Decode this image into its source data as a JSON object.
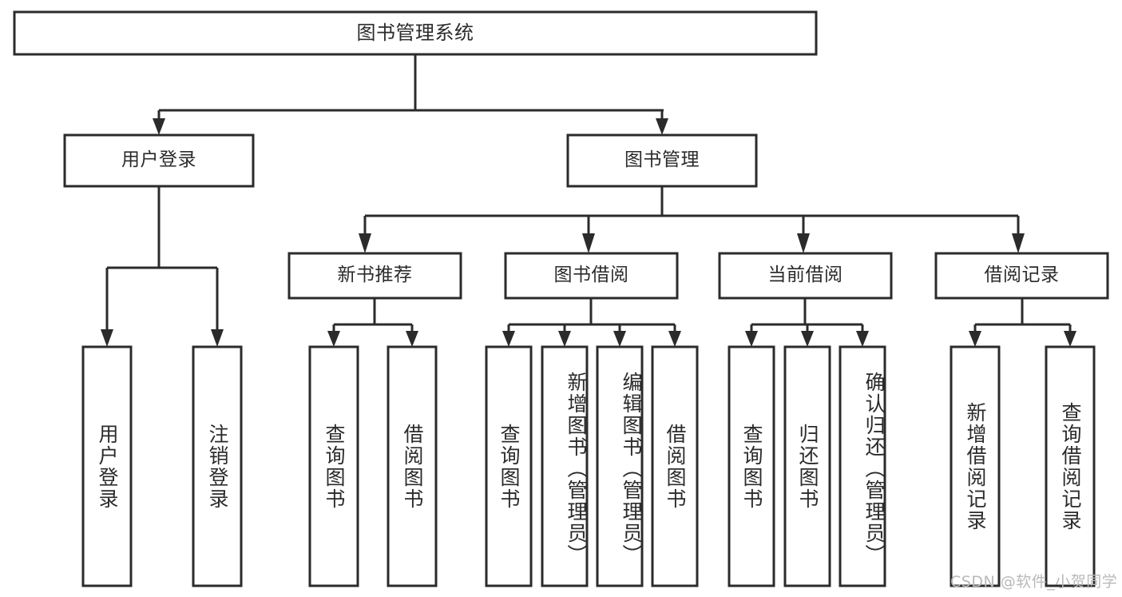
{
  "diagram": {
    "title_node": {
      "label": "图书管理系统"
    },
    "level2": [
      {
        "id": "user-login",
        "label": "用户登录"
      },
      {
        "id": "book-management",
        "label": "图书管理"
      }
    ],
    "level3": [
      {
        "id": "new-book-recommend",
        "label": "新书推荐"
      },
      {
        "id": "book-borrow",
        "label": "图书借阅"
      },
      {
        "id": "current-borrow",
        "label": "当前借阅"
      },
      {
        "id": "borrow-record",
        "label": "借阅记录"
      }
    ],
    "leaves": [
      {
        "id": "leaf-user-login",
        "label": "用户登录"
      },
      {
        "id": "leaf-logout-login",
        "label": "注销登录"
      },
      {
        "id": "leaf-query-book-1",
        "label": "查询图书"
      },
      {
        "id": "leaf-borrow-book-1",
        "label": "借阅图书"
      },
      {
        "id": "leaf-query-book-2",
        "label": "查询图书"
      },
      {
        "id": "leaf-add-book-admin",
        "label": "新增图书（管理员）"
      },
      {
        "id": "leaf-edit-book-admin",
        "label": "编辑图书（管理员）"
      },
      {
        "id": "leaf-borrow-book-2",
        "label": "借阅图书"
      },
      {
        "id": "leaf-query-book-3",
        "label": "查询图书"
      },
      {
        "id": "leaf-return-book",
        "label": "归还图书"
      },
      {
        "id": "leaf-confirm-return-admin",
        "label": "确认归还（管理员）"
      },
      {
        "id": "leaf-add-borrow-record",
        "label": "新增借阅记录"
      },
      {
        "id": "leaf-query-borrow-record",
        "label": "查询借阅记录"
      }
    ],
    "watermark": {
      "text": "CSDN @软件_小贺同学"
    },
    "colors": {
      "stroke": "#2b2b2b",
      "fill": "#ffffff",
      "text": "#2b2b2b",
      "watermark": "#b9b9b9"
    }
  }
}
